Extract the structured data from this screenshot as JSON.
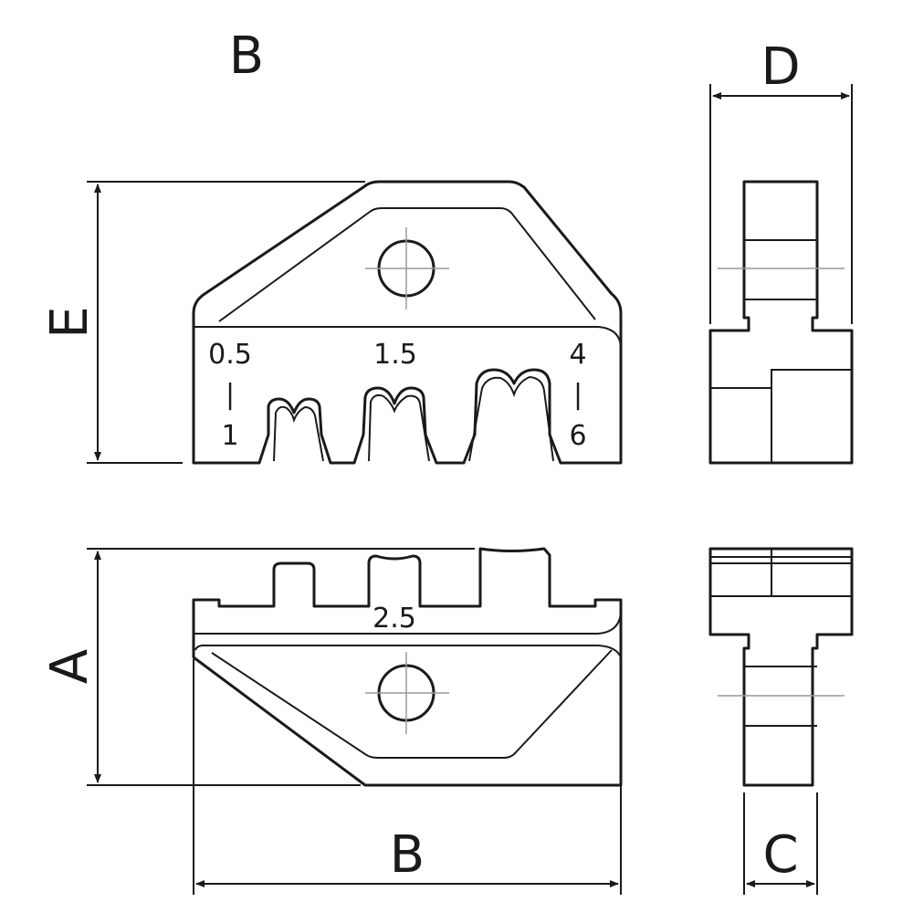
{
  "labels": {
    "top_b": "B",
    "d": "D",
    "e": "E",
    "a": "A",
    "bottom_b": "B",
    "c": "C"
  },
  "sizes": {
    "slot1_top": "0.5",
    "slot1_sep": "|",
    "slot1_bottom": "1",
    "slot2": "1.5",
    "slot3_top": "4",
    "slot3_sep": "|",
    "slot3_bottom": "6",
    "lower": "2.5"
  }
}
